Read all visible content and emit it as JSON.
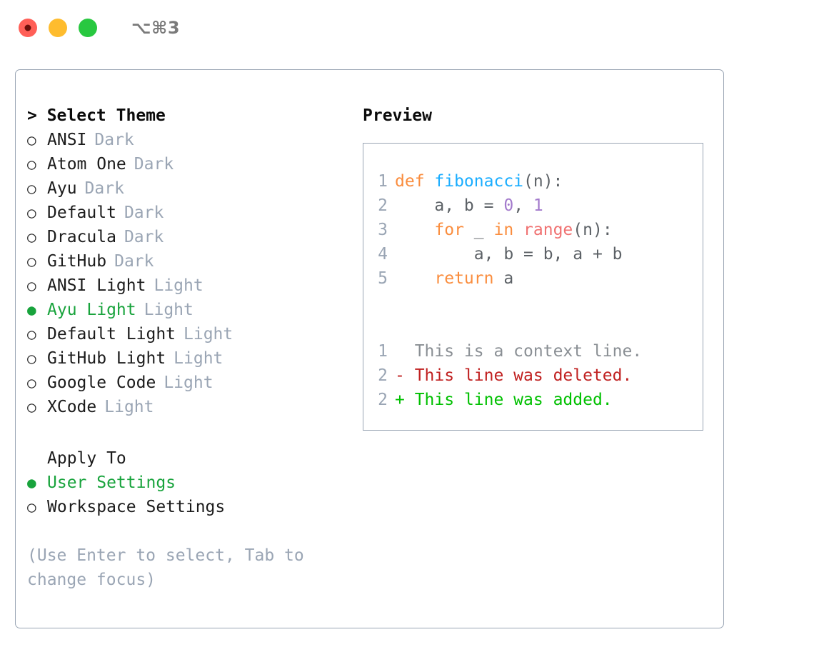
{
  "titlebar": {
    "buttons": [
      "close",
      "minimize",
      "maximize"
    ],
    "shortcut": "⌥⌘3"
  },
  "theme_panel": {
    "heading": "> Select Theme",
    "options": [
      {
        "marker": "○",
        "label": "ANSI",
        "tag": "Dark",
        "selected": false
      },
      {
        "marker": "○",
        "label": "Atom One",
        "tag": "Dark",
        "selected": false
      },
      {
        "marker": "○",
        "label": "Ayu",
        "tag": "Dark",
        "selected": false
      },
      {
        "marker": "○",
        "label": "Default",
        "tag": "Dark",
        "selected": false
      },
      {
        "marker": "○",
        "label": "Dracula",
        "tag": "Dark",
        "selected": false
      },
      {
        "marker": "○",
        "label": "GitHub",
        "tag": "Dark",
        "selected": false
      },
      {
        "marker": "○",
        "label": "ANSI Light",
        "tag": "Light",
        "selected": false
      },
      {
        "marker": "●",
        "label": "Ayu Light",
        "tag": "Light",
        "selected": true
      },
      {
        "marker": "○",
        "label": "Default Light",
        "tag": "Light",
        "selected": false
      },
      {
        "marker": "○",
        "label": "GitHub Light",
        "tag": "Light",
        "selected": false
      },
      {
        "marker": "○",
        "label": "Google Code",
        "tag": "Light",
        "selected": false
      },
      {
        "marker": "○",
        "label": "XCode",
        "tag": "Light",
        "selected": false
      }
    ]
  },
  "apply_to": {
    "title": "Apply To",
    "options": [
      {
        "marker": "●",
        "label": "User Settings",
        "selected": true
      },
      {
        "marker": "○",
        "label": "Workspace Settings",
        "selected": false
      }
    ]
  },
  "hint": "(Use Enter to select, Tab to change focus)",
  "preview": {
    "heading": "Preview",
    "code_lines": [
      {
        "number": "1",
        "tokens": [
          {
            "text": "def ",
            "kind": "keyword"
          },
          {
            "text": "fibonacci",
            "kind": "function"
          },
          {
            "text": "(n):",
            "kind": "punct"
          }
        ]
      },
      {
        "number": "2",
        "tokens": [
          {
            "text": "    a, b = ",
            "kind": "plain"
          },
          {
            "text": "0",
            "kind": "number"
          },
          {
            "text": ", ",
            "kind": "punct"
          },
          {
            "text": "1",
            "kind": "number"
          }
        ]
      },
      {
        "number": "3",
        "tokens": [
          {
            "text": "    ",
            "kind": "plain"
          },
          {
            "text": "for",
            "kind": "keyword"
          },
          {
            "text": " _ ",
            "kind": "plain"
          },
          {
            "text": "in",
            "kind": "keyword"
          },
          {
            "text": " ",
            "kind": "plain"
          },
          {
            "text": "range",
            "kind": "builtin"
          },
          {
            "text": "(n):",
            "kind": "punct"
          }
        ]
      },
      {
        "number": "4",
        "tokens": [
          {
            "text": "        a, b = b, a + b",
            "kind": "plain"
          }
        ]
      },
      {
        "number": "5",
        "tokens": [
          {
            "text": "    ",
            "kind": "plain"
          },
          {
            "text": "return",
            "kind": "keyword"
          },
          {
            "text": " a",
            "kind": "plain"
          }
        ]
      }
    ],
    "diff_lines": [
      {
        "number": "1",
        "prefix": "  ",
        "text": "This is a context line.",
        "kind": "context"
      },
      {
        "number": "2",
        "prefix": "- ",
        "text": "This line was deleted.",
        "kind": "deleted"
      },
      {
        "number": "2",
        "prefix": "+ ",
        "text": "This line was added.",
        "kind": "added"
      }
    ]
  },
  "colors": {
    "accent_green": "#18a33c",
    "muted": "#9aa5b4",
    "keyword": "#FA8D3E",
    "function": "#1AADFF",
    "number": "#A37ACC",
    "builtin": "#F07171",
    "diff_deleted": "#c02020",
    "diff_added": "#00c000",
    "border": "#9aa5b4"
  }
}
